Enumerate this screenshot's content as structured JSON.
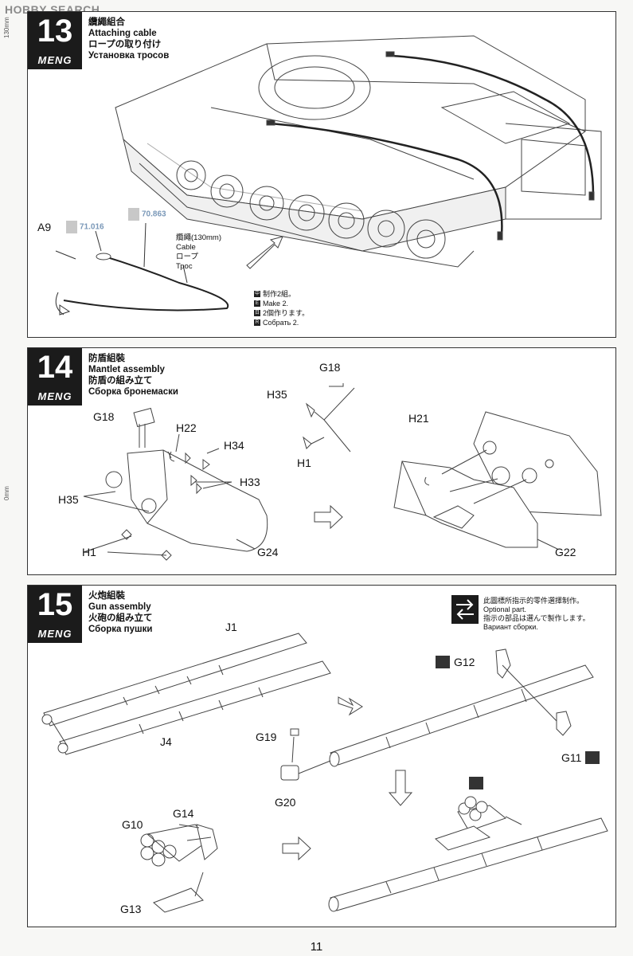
{
  "watermark": "HOBBY SEARCH",
  "ruler_top": "130mm",
  "ruler_bottom": "0mm",
  "page_number": "11",
  "brand": "MENG",
  "step13": {
    "number": "13",
    "title_cn": "纜繩組合",
    "title_en": "Attaching cable",
    "title_jp": "ロープの取り付け",
    "title_ru": "Установка тросов",
    "part_a9": "A9",
    "paint1": "71.016",
    "paint2": "70.863",
    "cable_cn": "纜繩(130mm)",
    "cable_en": "Cable",
    "cable_jp": "ロープ",
    "cable_ru": "Трос",
    "make_cn": "制作2組。",
    "make_en": "Make 2.",
    "make_jp": "2個作ります。",
    "make_ru": "Собрать 2."
  },
  "step14": {
    "number": "14",
    "title_cn": "防盾組裝",
    "title_en": "Mantlet assembly",
    "title_jp": "防盾の組み立て",
    "title_ru": "Сборка бронемаски",
    "labels": {
      "g18a": "G18",
      "h22": "H22",
      "h34": "H34",
      "h33": "H33",
      "h35a": "H35",
      "h1a": "H1",
      "g24": "G24",
      "g18b": "G18",
      "h35b": "H35",
      "h1b": "H1",
      "h21": "H21",
      "g22": "G22"
    }
  },
  "step15": {
    "number": "15",
    "title_cn": "火炮組裝",
    "title_en": "Gun assembly",
    "title_jp": "火砲の組み立て",
    "title_ru": "Сборка пушки",
    "opt_cn": "此圖標所指示的零件選擇制作。",
    "opt_en": "Optional part.",
    "opt_jp": "指示の部品は選んで製作します。",
    "opt_ru": "Вариант сборки.",
    "labels": {
      "j1": "J1",
      "j4": "J4",
      "g12": "G12",
      "g11": "G11",
      "g19": "G19",
      "g20": "G20",
      "g10": "G10",
      "g14": "G14",
      "g13": "G13"
    }
  }
}
